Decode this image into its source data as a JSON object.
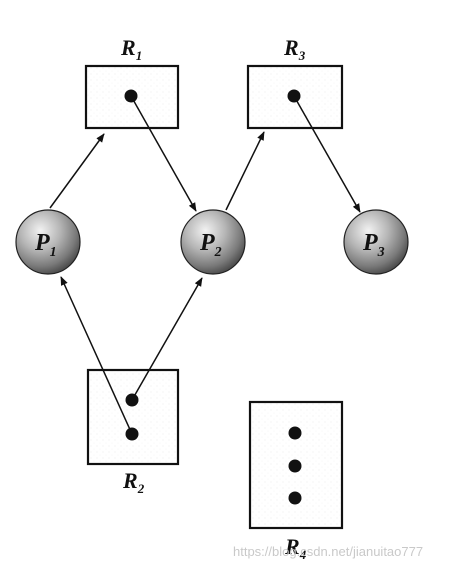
{
  "resources": [
    {
      "id": "R1",
      "letter": "R",
      "sub": "1"
    },
    {
      "id": "R2",
      "letter": "R",
      "sub": "2"
    },
    {
      "id": "R3",
      "letter": "R",
      "sub": "3"
    },
    {
      "id": "R4",
      "letter": "R",
      "sub": "4"
    }
  ],
  "processes": [
    {
      "id": "P1",
      "letter": "P",
      "sub": "1"
    },
    {
      "id": "P2",
      "letter": "P",
      "sub": "2"
    },
    {
      "id": "P3",
      "letter": "P",
      "sub": "3"
    }
  ],
  "watermark": "https://blog.csdn.net/jianuitao777"
}
